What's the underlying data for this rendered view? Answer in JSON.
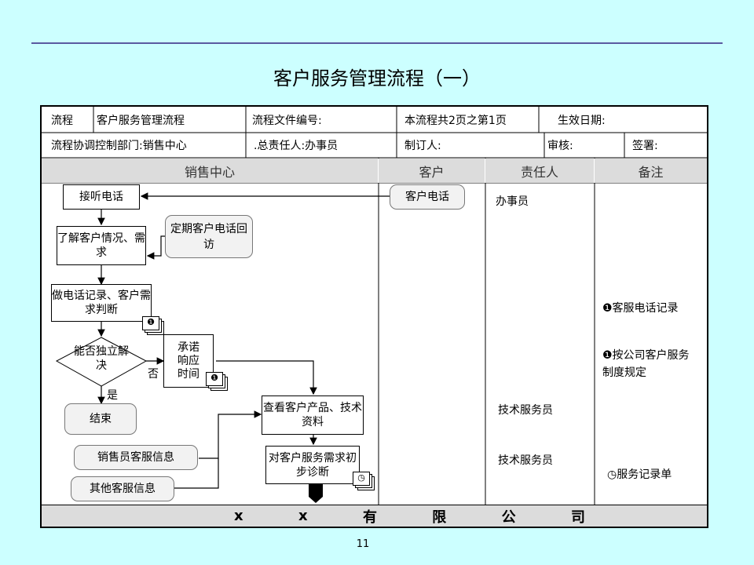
{
  "title": "客户服务管理流程（一）",
  "header": {
    "r1": [
      "流程",
      "客户服务管理流程",
      "流程文件编号:",
      "本流程共2页之第1页",
      "生效日期:"
    ],
    "r2": [
      "流程协调控制部门:销售中心",
      ".总责任人:办事员",
      "制订人:",
      "审核:",
      "签署:"
    ]
  },
  "lanes": [
    "销售中心",
    "客户",
    "责任人",
    "备注"
  ],
  "nodes": {
    "answer": "接听电话",
    "customer_call": "客户电话",
    "understand": "了解客户情况、需求",
    "callback": "定期客户电话回访",
    "record": "做电话记录、客户需求判断",
    "decision": "能否独立解决",
    "promise": "承诺响应时间",
    "end": "结束",
    "check": "查看客户产品、技术资料",
    "diagnose": "对客户服务需求初步诊断",
    "sales_info": "销售员客服信息",
    "other_info": "其他客服信息"
  },
  "edge_labels": {
    "no": "否",
    "yes": "是"
  },
  "responsible": [
    "办事员",
    "技术服务员",
    "技术服务员"
  ],
  "remarks": {
    "r1": "❶客服电话记录",
    "r2a": "❶按公司客户服务",
    "r2b": "制度规定",
    "r3": "服务记录单"
  },
  "doc_markers": {
    "one": "❶",
    "clock": "◷"
  },
  "footer": [
    "x",
    "x",
    "有",
    "限",
    "公",
    "司"
  ],
  "page_number": "11",
  "colors": {
    "background": "#ccffff",
    "lane_header": "#dcdcdc",
    "rule": "#5a5aa0"
  }
}
